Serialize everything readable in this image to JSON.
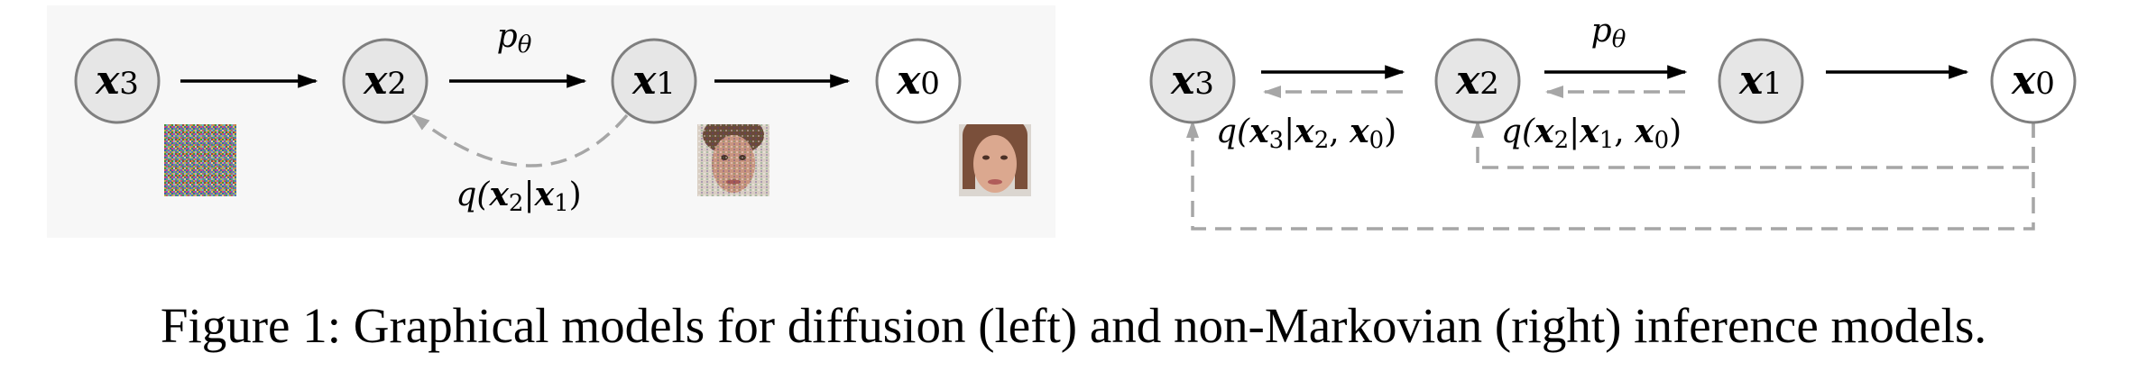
{
  "left_panel": {
    "nodes": [
      {
        "var": "x",
        "sub": "3"
      },
      {
        "var": "x",
        "sub": "2"
      },
      {
        "var": "x",
        "sub": "1"
      },
      {
        "var": "x",
        "sub": "0"
      }
    ],
    "forward_label": {
      "base": "p",
      "sub": "θ"
    },
    "backward_label": {
      "prefix": "q(",
      "a": "x",
      "a_sub": "2",
      "sep": "|",
      "b": "x",
      "b_sub": "1",
      "suffix": ")"
    }
  },
  "right_panel": {
    "nodes": [
      {
        "var": "x",
        "sub": "3"
      },
      {
        "var": "x",
        "sub": "2"
      },
      {
        "var": "x",
        "sub": "1"
      },
      {
        "var": "x",
        "sub": "0"
      }
    ],
    "forward_label": {
      "base": "p",
      "sub": "θ"
    },
    "q3_label": {
      "prefix": "q(",
      "a": "x",
      "a_sub": "3",
      "sep": "|",
      "b": "x",
      "b_sub": "2",
      "comma": ", ",
      "c": "x",
      "c_sub": "0",
      "suffix": ")"
    },
    "q2_label": {
      "prefix": "q(",
      "a": "x",
      "a_sub": "2",
      "sep": "|",
      "b": "x",
      "b_sub": "1",
      "comma": ", ",
      "c": "x",
      "c_sub": "0",
      "suffix": ")"
    }
  },
  "colors": {
    "node_shaded": "#e6e6e6",
    "node_border": "#7f7f7f",
    "solid_arrow": "#000000",
    "dashed_arrow": "#a6a6a6",
    "panel_bg": "#f7f7f7"
  },
  "caption": "Figure 1: Graphical models for diffusion (left) and non-Markovian (right) inference models."
}
